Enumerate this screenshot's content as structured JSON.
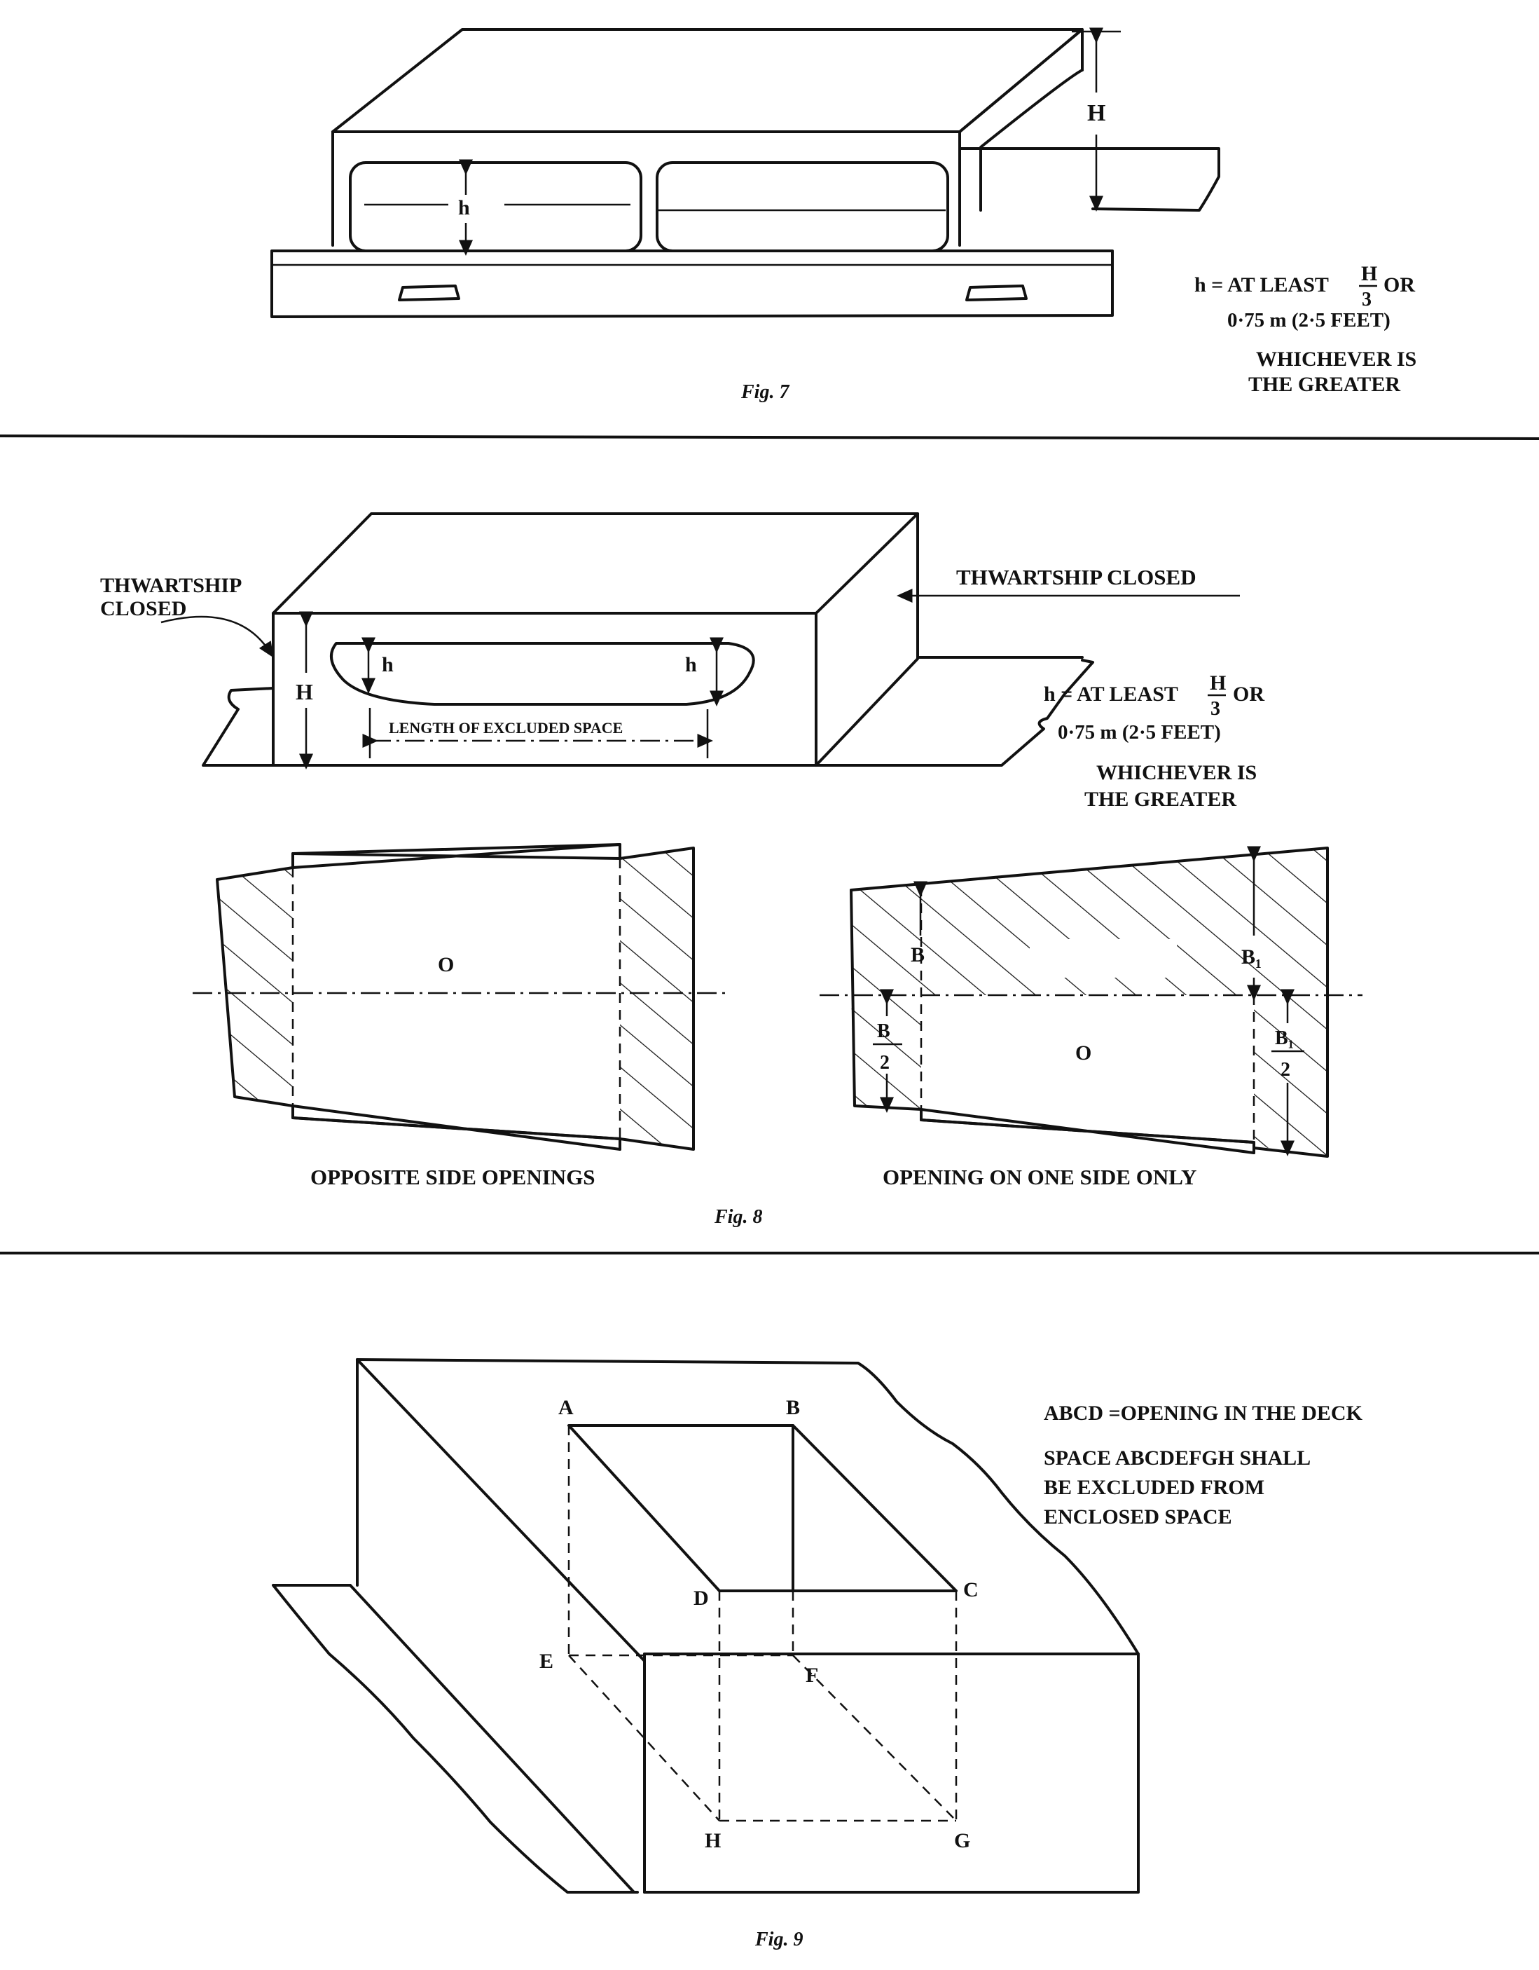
{
  "fig7": {
    "caption": "Fig. 7",
    "label_H": "H",
    "label_h": "h",
    "note": {
      "line1_prefix": "h = AT LEAST",
      "frac_num": "H",
      "frac_den": "3",
      "line1_suffix": "OR",
      "line2": "0·75 m (2·5 FEET)",
      "line3": "WHICHEVER IS",
      "line4": "THE GREATER"
    }
  },
  "fig8": {
    "caption": "Fig. 8",
    "thwartship_left_1": "THWARTSHIP",
    "thwartship_left_2": "CLOSED",
    "thwartship_right": "THWARTSHIP CLOSED",
    "label_H": "H",
    "label_h_left": "h",
    "label_h_right": "h",
    "length_label": "LENGTH OF EXCLUDED SPACE",
    "note": {
      "line1_prefix": "h = AT LEAST",
      "frac_num": "H",
      "frac_den": "3",
      "line1_suffix": "OR",
      "line2": "0·75 m (2·5 FEET)",
      "line3": "WHICHEVER IS",
      "line4": "THE GREATER"
    },
    "plan_left": {
      "label_O": "O",
      "caption": "OPPOSITE SIDE OPENINGS"
    },
    "plan_right": {
      "label_O": "O",
      "label_B": "B",
      "label_B1": "B₁",
      "half_B_num": "B",
      "half_B_den": "2",
      "half_B1_num": "B₁",
      "half_B1_den": "2",
      "caption": "OPENING ON ONE SIDE ONLY"
    }
  },
  "fig9": {
    "caption": "Fig. 9",
    "points": {
      "A": "A",
      "B": "B",
      "C": "C",
      "D": "D",
      "E": "E",
      "F": "F",
      "G": "G",
      "H": "H"
    },
    "note": {
      "line1": "ABCD =OPENING IN THE DECK",
      "line2": "SPACE ABCDEFGH SHALL",
      "line3": "BE EXCLUDED FROM",
      "line4": "ENCLOSED SPACE"
    }
  }
}
